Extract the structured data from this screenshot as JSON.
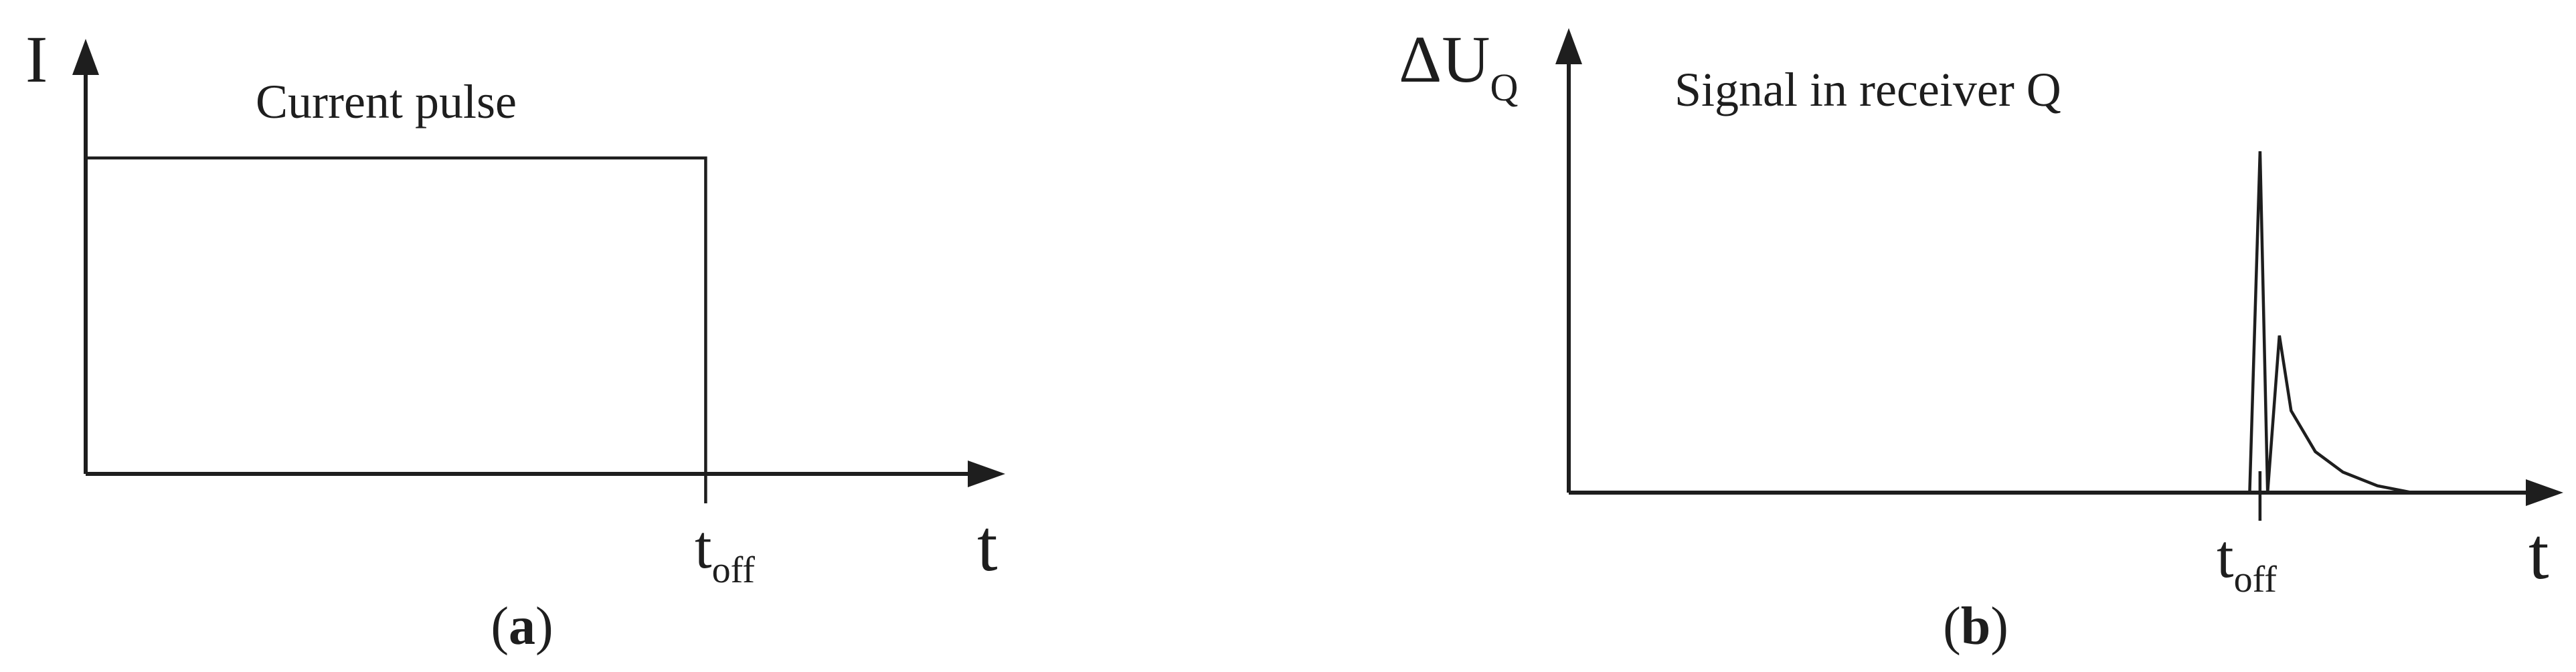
{
  "panel_a": {
    "y_axis_label": "I",
    "x_axis_label": "t",
    "title": "Current pulse",
    "marker_main": "t",
    "marker_sub": "off",
    "caption_letter": "a",
    "curve": {
      "type": "rectangular-pulse",
      "level": 1.0,
      "t_start": 0.0,
      "t_off": 1.0,
      "t_max": 1.44
    }
  },
  "panel_b": {
    "y_axis_main": "ΔU",
    "y_axis_sub": "Q",
    "x_axis_label": "t",
    "title": "Signal in receiver Q",
    "marker_main": "t",
    "marker_sub": "off",
    "caption_letter": "b",
    "curve": {
      "type": "transient-decay",
      "t_off": 1.0,
      "t_max": 1.4,
      "points": [
        [
          0.0,
          0.0
        ],
        [
          0.985,
          0.0
        ],
        [
          1.0,
          1.0
        ],
        [
          1.011,
          0.0
        ],
        [
          1.028,
          0.46
        ],
        [
          1.045,
          0.24
        ],
        [
          1.08,
          0.12
        ],
        [
          1.12,
          0.06
        ],
        [
          1.17,
          0.02
        ],
        [
          1.22,
          0.0
        ],
        [
          1.4,
          0.0
        ]
      ]
    }
  }
}
